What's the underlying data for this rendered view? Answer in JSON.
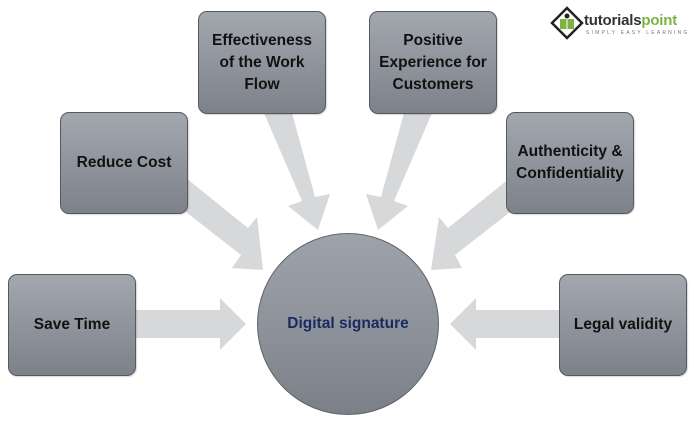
{
  "diagram": {
    "center": {
      "label": "Digital signature"
    },
    "nodes": [
      {
        "id": "save-time",
        "label": "Save Time"
      },
      {
        "id": "reduce-cost",
        "label": "Reduce Cost"
      },
      {
        "id": "effectiveness",
        "label": "Effectiveness\nof the Work\nFlow"
      },
      {
        "id": "positive-experience",
        "label": "Positive\nExperience for\nCustomers"
      },
      {
        "id": "authenticity",
        "label": "Authenticity &\nConfidentiality"
      },
      {
        "id": "legal-validity",
        "label": "Legal validity"
      }
    ],
    "edges": [
      {
        "from": "save-time",
        "to": "center"
      },
      {
        "from": "reduce-cost",
        "to": "center"
      },
      {
        "from": "effectiveness",
        "to": "center"
      },
      {
        "from": "positive-experience",
        "to": "center"
      },
      {
        "from": "authenticity",
        "to": "center"
      },
      {
        "from": "legal-validity",
        "to": "center"
      }
    ]
  },
  "logo": {
    "name_part1": "tutorials",
    "name_part2": "point",
    "tagline": "SIMPLY EASY LEARNING"
  },
  "colors": {
    "box_fill": "#8e939b",
    "arrow_fill": "#d7d8da",
    "center_text": "#1b2a5e",
    "logo_green": "#7cb342"
  }
}
